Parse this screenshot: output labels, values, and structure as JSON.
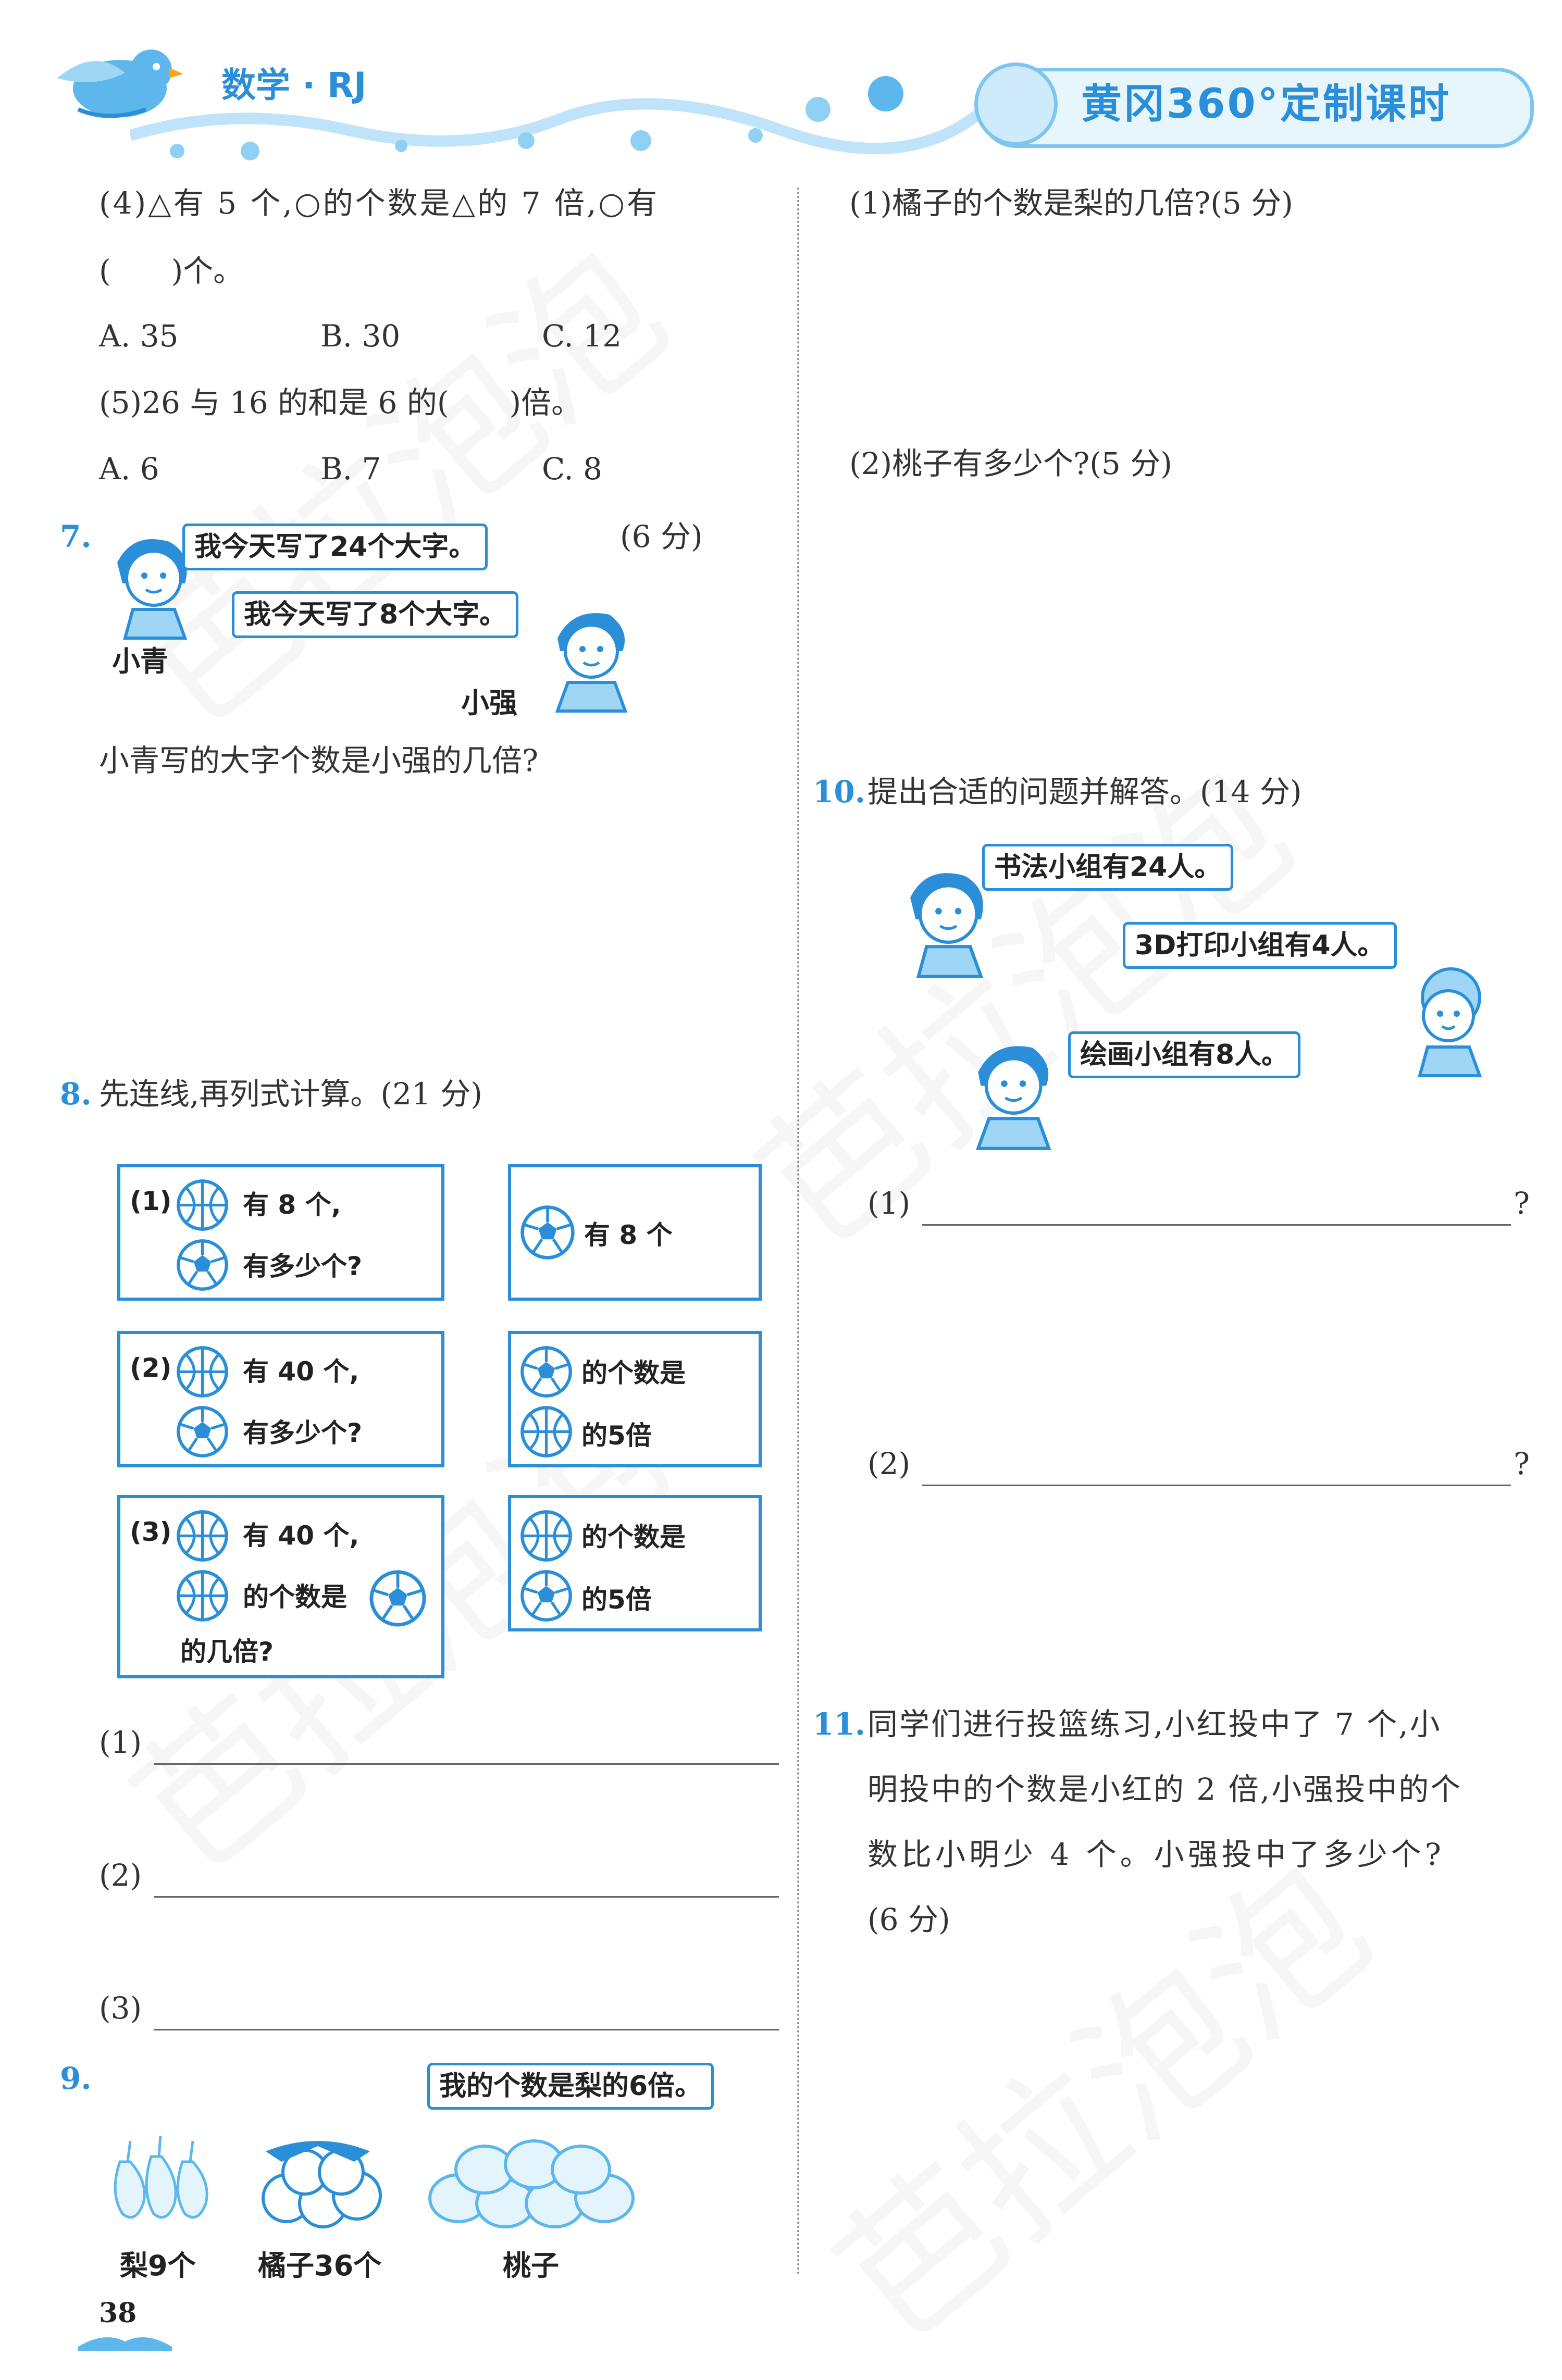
{
  "header": {
    "subject": "数学 · RJ",
    "brand": "黄冈360°定制课时",
    "accent_color": "#2a8fd8"
  },
  "left": {
    "q4": {
      "stem_line1": "(4)△有 5 个,○的个数是△的 7 倍,○有",
      "stem_line2": "(　　)个。",
      "options": [
        "A. 35",
        "B. 30",
        "C. 12"
      ]
    },
    "q5": {
      "stem": "(5)26 与 16 的和是 6 的(　　)倍。",
      "options": [
        "A. 6",
        "B. 7",
        "C. 8"
      ]
    },
    "q7": {
      "number": "7.",
      "score": "(6 分)",
      "bubble1": "我今天写了24个大字。",
      "bubble2": "我今天写了8个大字。",
      "name1": "小青",
      "name2": "小强",
      "question": "小青写的大字个数是小强的几倍?"
    },
    "q8": {
      "number": "8.",
      "title": "先连线,再列式计算。(21 分)",
      "left_boxes": [
        {
          "label": "(1)",
          "line1": "有 8 个,",
          "line2": "有多少个?"
        },
        {
          "label": "(2)",
          "line1": "有 40 个,",
          "line2": "有多少个?"
        },
        {
          "label": "(3)",
          "line1": "有 40 个,",
          "line2": "的个数是",
          "line3": "的几倍?"
        }
      ],
      "right_boxes": [
        {
          "line1": "有 8 个"
        },
        {
          "line1": "的个数是",
          "line2": "的5倍"
        },
        {
          "line1": "的个数是",
          "line2": "的5倍"
        }
      ],
      "answer_labels": [
        "(1)",
        "(2)",
        "(3)"
      ]
    },
    "q9": {
      "number": "9.",
      "bubble": "我的个数是梨的6倍。",
      "captions": [
        "梨9个",
        "橘子36个",
        "桃子"
      ]
    },
    "page_number": "38"
  },
  "right": {
    "q9_sub1": "(1)橘子的个数是梨的几倍?(5 分)",
    "q9_sub2": "(2)桃子有多少个?(5 分)",
    "q10": {
      "number": "10.",
      "title": "提出合适的问题并解答。(14 分)",
      "bubble1": "书法小组有24人。",
      "bubble2": "3D打印小组有4人。",
      "bubble3": "绘画小组有8人。",
      "blank_labels": [
        "(1)",
        "(2)"
      ],
      "blank_end": "?"
    },
    "q11": {
      "number": "11.",
      "line1": "同学们进行投篮练习,小红投中了 7 个,小",
      "line2": "明投中的个数是小红的 2 倍,小强投中的个",
      "line3": "数比小明少 4 个。小强投中了多少个?",
      "line4": "(6 分)"
    }
  }
}
